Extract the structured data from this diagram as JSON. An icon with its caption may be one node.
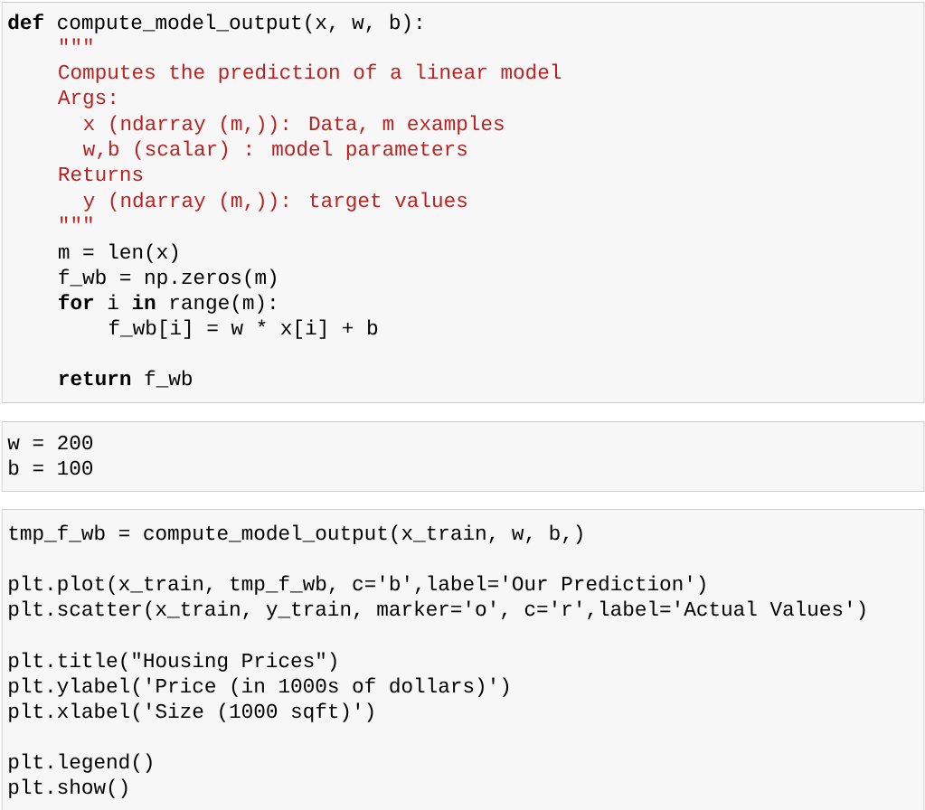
{
  "diagram": {
    "nodes": [
      {
        "text": [
          "**def** compute_model_output(x, w, b):",
          "\"\"\"",
          "Computes the prediction of a linear model",
          "Args:",
          "x (ndarray (m,)): Data, m examples",
          "w,b (scalar) : model parameters",
          "Returns",
          "y (ndarray (m,)): target values",
          "\"\"\"",
          "m = len(x)",
          "f_wb = np.zeros(m)",
          "**for** i **in** range(m):",
          "f_wb[i] = w * x[i] + b",
          "**return** f_wb"
        ]
      },
      {
        "text": [
          "w = 200",
          "b = 100"
        ]
      },
      {
        "text": [
          "tmp_f_wb = compute_model_output(x_train, w, b,)",
          "plt.plot(x_train, tmp_f_wb, c='b',label='Our Prediction')",
          "plt.scatter(x_train, y_train, marker='o', c='r',label='Actual Values')",
          "plt.title(\"Housing Prices\")",
          "plt.ylabel('Price (in 1000s of dollars)')",
          "plt.xlabel('Size (1000 sqft)')",
          "plt.legend()",
          "plt.show()"
        ]
      }
    ]
  }
}
